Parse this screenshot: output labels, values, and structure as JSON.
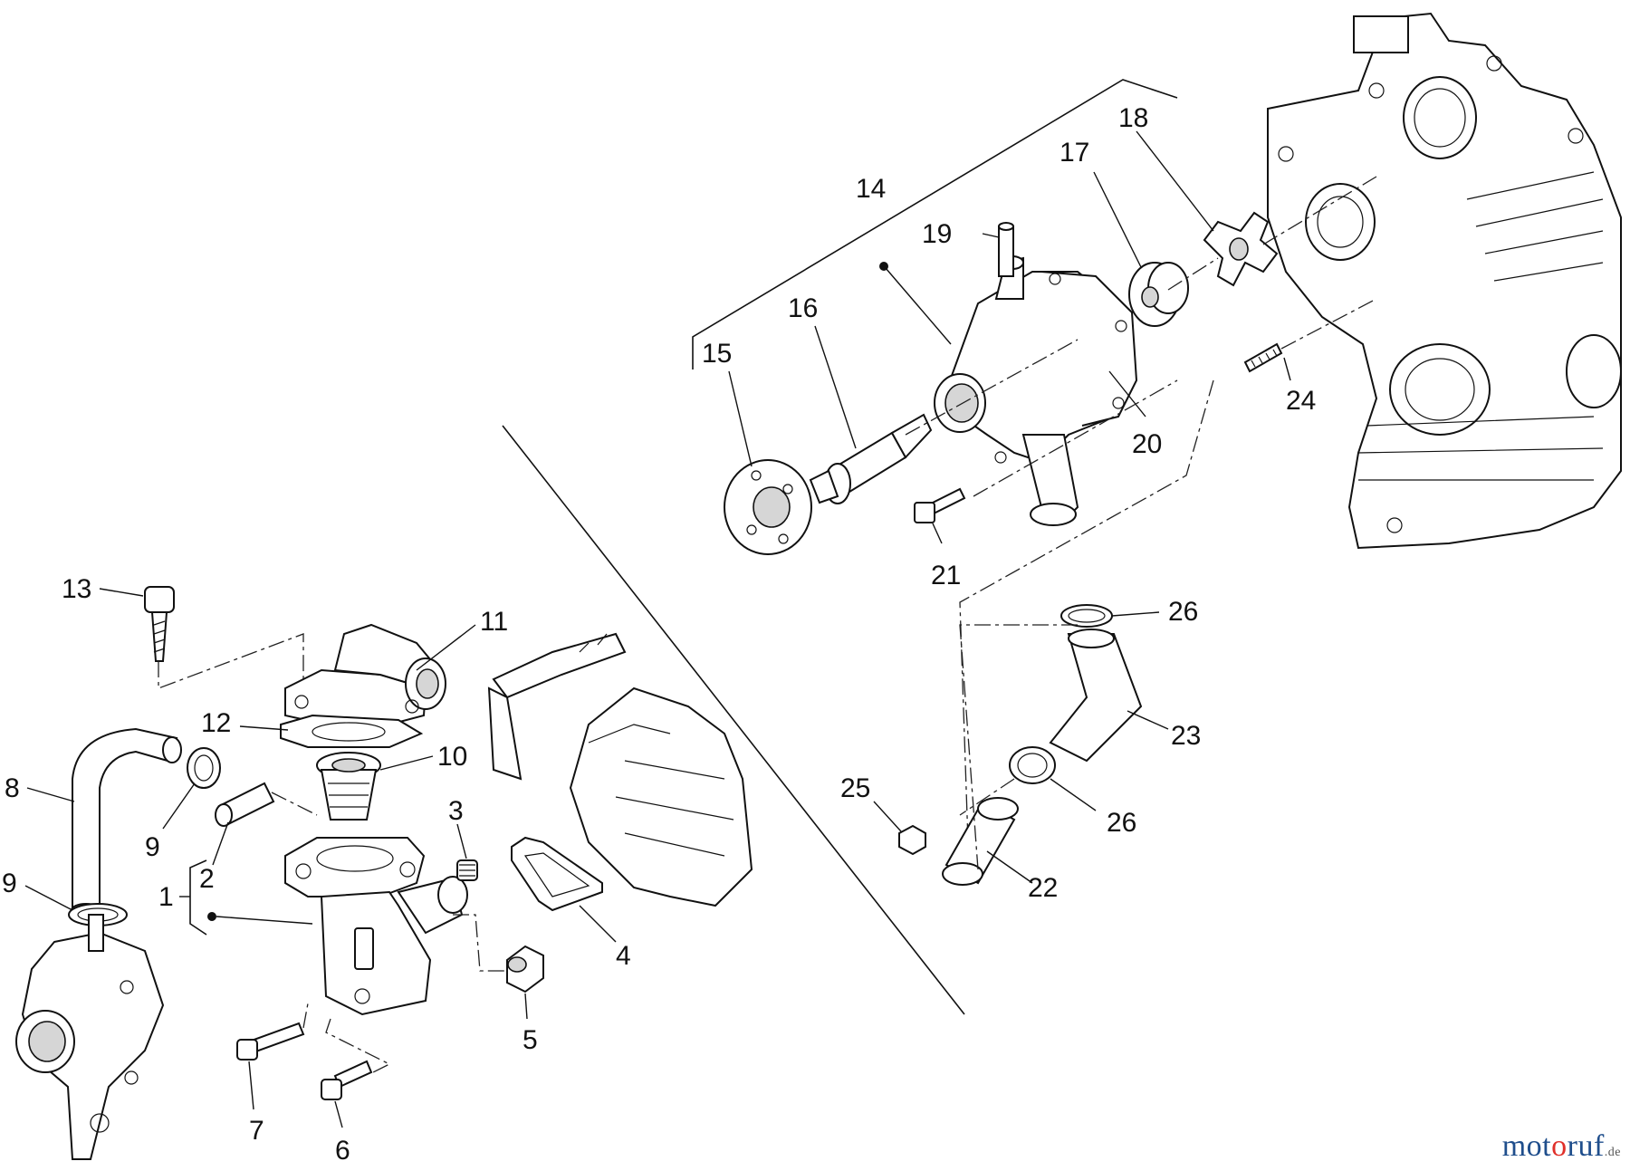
{
  "callouts": {
    "c1": "1",
    "c2": "2",
    "c3": "3",
    "c4": "4",
    "c5": "5",
    "c6": "6",
    "c7": "7",
    "c8": "8",
    "c9a": "9",
    "c9b": "9",
    "c10": "10",
    "c11": "11",
    "c12": "12",
    "c13": "13",
    "c14": "14",
    "c15": "15",
    "c16": "16",
    "c17": "17",
    "c18": "18",
    "c19": "19",
    "c20": "20",
    "c21": "21",
    "c22": "22",
    "c23": "23",
    "c24": "24",
    "c25": "25",
    "c26a": "26",
    "c26b": "26"
  },
  "watermark": {
    "pre": "mot",
    "o": "o",
    "post": "ruf",
    "tld": ".de"
  }
}
